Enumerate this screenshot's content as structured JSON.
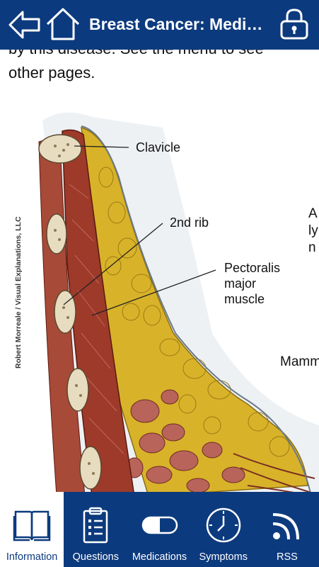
{
  "header": {
    "title": "Breast Cancer: Medications",
    "back_icon": "back-arrow-icon",
    "home_icon": "home-icon",
    "lock_icon": "lock-icon"
  },
  "content": {
    "intro_partial": "by this disease. See the menu to see",
    "intro_line": "other pages.",
    "figure": {
      "credit": "Robert Morreale / Visual Explanations, LLC",
      "labels": {
        "clavicle": "Clavicle",
        "rib": "2nd rib",
        "pectoralis_1": "Pectoralis",
        "pectoralis_2": "major",
        "pectoralis_3": "muscle",
        "mammary": "Mamm",
        "edge_a": "A",
        "edge_ly": "ly",
        "edge_n": "n"
      }
    }
  },
  "tabs": [
    {
      "label": "Information",
      "icon": "book-icon",
      "active": true
    },
    {
      "label": "Questions",
      "icon": "clipboard-list-icon",
      "active": false
    },
    {
      "label": "Medications",
      "icon": "pill-icon",
      "active": false
    },
    {
      "label": "Symptoms",
      "icon": "clock-icon",
      "active": false
    },
    {
      "label": "RSS",
      "icon": "rss-icon",
      "active": false
    }
  ],
  "colors": {
    "bar": "#0c3a7e",
    "muscle": "#9e3a2a",
    "fat": "#d8b32a",
    "gland": "#b8645a"
  }
}
